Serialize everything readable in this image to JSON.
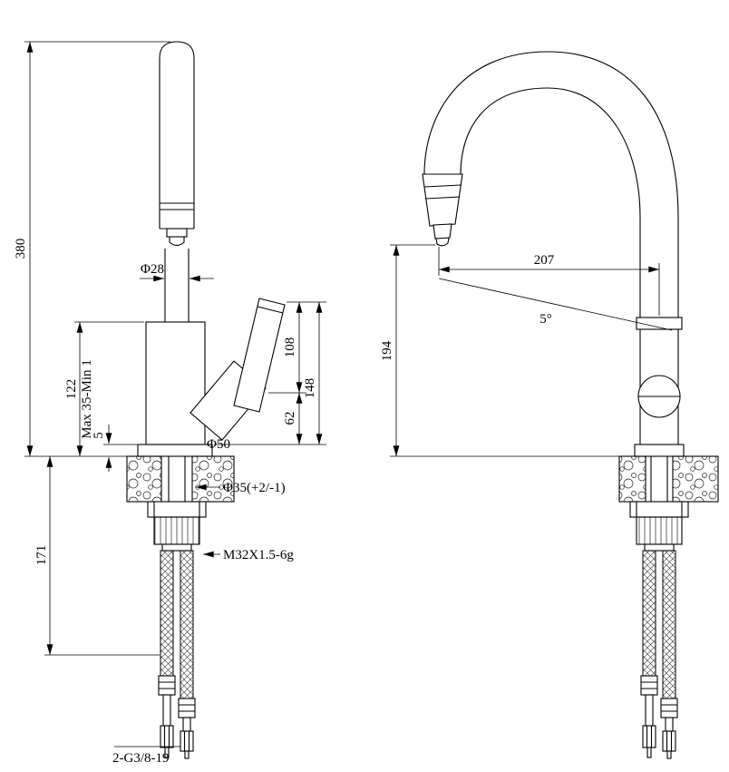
{
  "drawing": {
    "background_color": "#ffffff",
    "line_color": "#000000"
  },
  "front_view": {
    "dim_total_height": "380",
    "dim_spout_diameter": "Φ28",
    "dim_handle_length": "108",
    "dim_handle_top_height": "148",
    "dim_pivot_height": "62",
    "dim_body_height": "122",
    "dim_clamp_range": "Max 35-Min 1",
    "dim_escutcheon_height": "5",
    "label_base_diameter": "Φ50",
    "label_hole_diameter": "Φ35(+2/-1)",
    "label_shank_thread": "M32X1.5-6g",
    "dim_under_counter": "171",
    "label_hose_thread": "2-G3/8-19"
  },
  "side_view": {
    "dim_spout_reach": "207",
    "dim_outlet_angle": "5°",
    "dim_outlet_height": "194"
  }
}
